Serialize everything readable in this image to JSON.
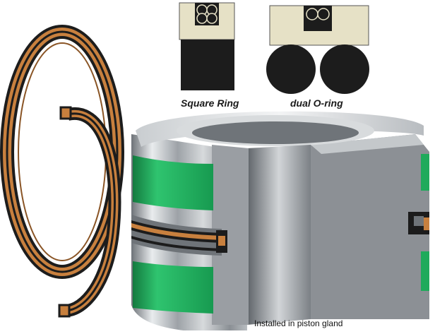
{
  "labels": {
    "square_ring": "Square Ring",
    "dual_o_ring": "dual O-ring",
    "installed": "Installed in piston gland"
  },
  "colors": {
    "seal_bronze": "#c8803e",
    "seal_black": "#1c1c1c",
    "housing_beige": "#e6e1c6",
    "green_band": "#1faa5b",
    "steel": "#a9adb1"
  }
}
